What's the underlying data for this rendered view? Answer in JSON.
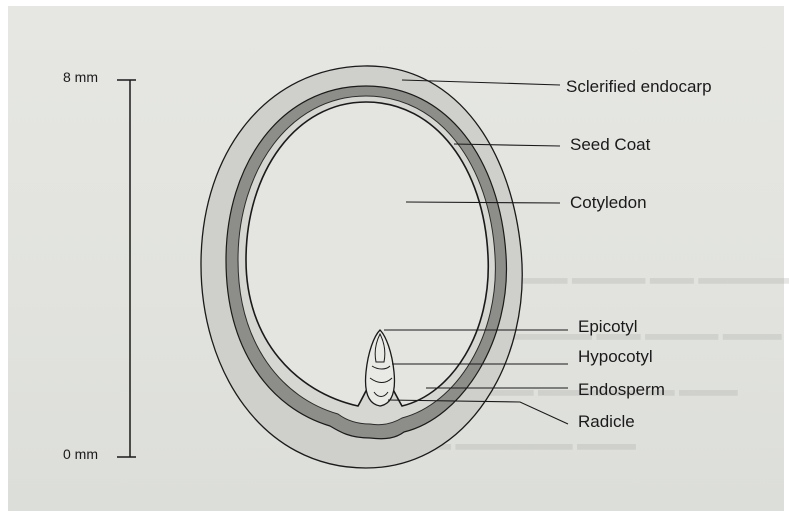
{
  "scale_bar": {
    "top_label": "8 mm",
    "bottom_label": "0 mm"
  },
  "labels": {
    "sclerified_endocarp": "Sclerified endocarp",
    "seed_coat": "Seed Coat",
    "cotyledon": "Cotyledon",
    "epicotyl": "Epicotyl",
    "hypocotyl": "Hypocotyl",
    "endosperm": "Endosperm",
    "radicle": "Radicle"
  },
  "colors": {
    "paper": "#e2e3df",
    "endocarp_fill": "#cfd0cb",
    "seed_coat_fill": "#8a8b86",
    "line": "#1a1a1a"
  }
}
